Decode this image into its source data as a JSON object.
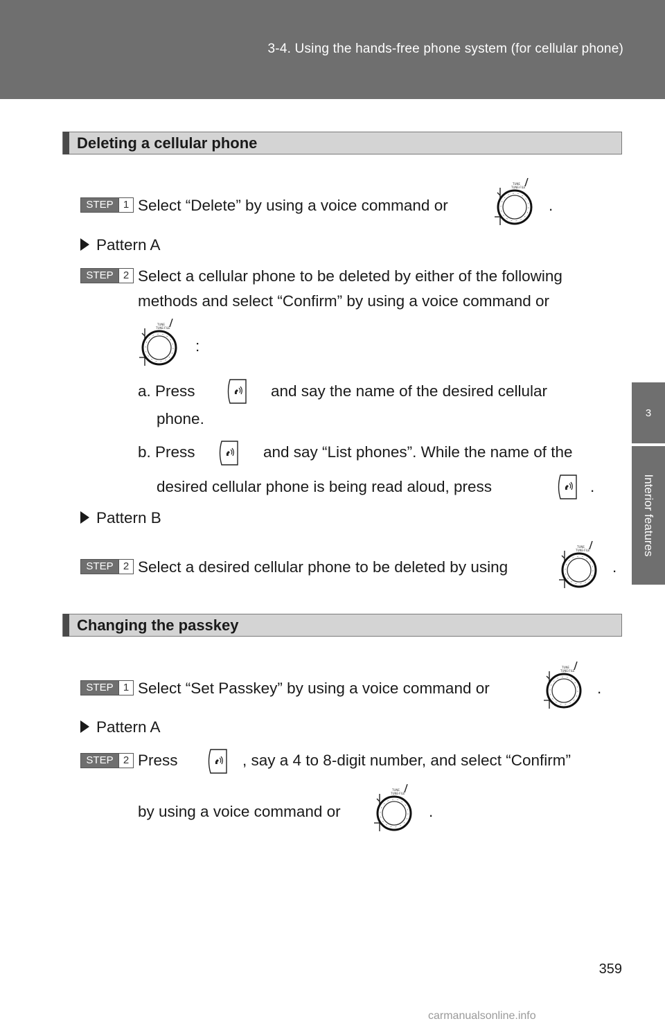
{
  "header": {
    "title": "3-4. Using the hands-free phone system (for cellular phone)"
  },
  "side_tab": {
    "number": "3",
    "label": "Interior features"
  },
  "icons": {
    "dial": "tune-file-dial-icon",
    "talk": "talk-switch-icon"
  },
  "step_label": "STEP",
  "sections": [
    {
      "title": "Deleting a cellular phone",
      "step1": {
        "num": "1",
        "text": "Select “Delete” by using a voice command or",
        "end": "."
      },
      "pattern_a": "Pattern A",
      "step2a": {
        "num": "2",
        "line1": "Select a cellular phone to be deleted by either of the following",
        "line2": "methods and select “Confirm” by using a voice command or",
        "colon": ":"
      },
      "option_a": {
        "prefix": "a. Press",
        "text": "and say the name of the desired cellular",
        "cont": "phone."
      },
      "option_b": {
        "prefix": "b. Press",
        "text": "and say “List phones”. While the name of the",
        "cont": "desired cellular phone is being read aloud, press",
        "end": "."
      },
      "pattern_b": "Pattern B",
      "step2b": {
        "num": "2",
        "text": "Select a desired cellular phone to be deleted by using",
        "end": "."
      }
    },
    {
      "title": "Changing the passkey",
      "step1": {
        "num": "1",
        "text": "Select “Set Passkey” by using a voice command or",
        "end": "."
      },
      "pattern_a": "Pattern A",
      "step2": {
        "num": "2",
        "prefix": "Press",
        "text": ", say a 4 to 8-digit number, and select “Confirm”",
        "line2": "by using a voice command or",
        "end": "."
      }
    }
  ],
  "page_number": "359",
  "watermark": "carmanualsonline.info"
}
